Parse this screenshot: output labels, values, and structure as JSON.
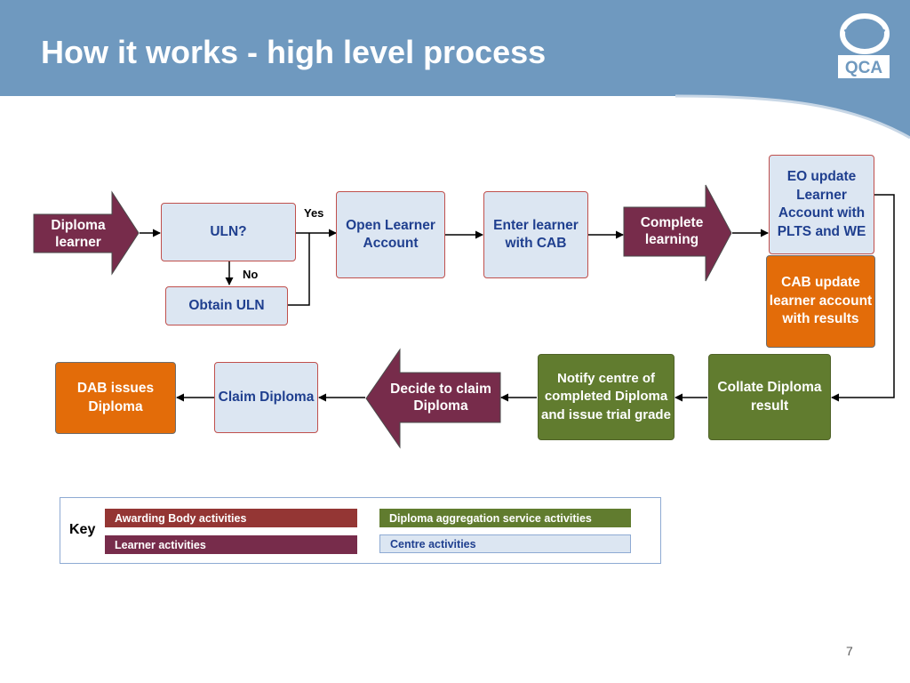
{
  "slide": {
    "title": "How it works - high level process",
    "logo_text": "QCA",
    "page_number": "7"
  },
  "colors": {
    "header_blue": "#6f99bf",
    "learner_purple": "#772c4b",
    "centre_fill": "#dce6f2",
    "centre_text": "#1f3f8f",
    "centre_border": "#c0504d",
    "awarding_orange": "#e36c09",
    "awarding_key": "#943634",
    "das_green": "#617c2f"
  },
  "flow": {
    "diploma_learner": "Diploma learner",
    "uln_question": "ULN?",
    "yes_label": "Yes",
    "no_label": "No",
    "obtain_uln": "Obtain ULN",
    "open_learner_account": "Open Learner Account",
    "enter_learner_with_cab": "Enter learner with CAB",
    "complete_learning": "Complete learning",
    "eo_update": "EO update Learner Account with PLTS and WE",
    "cab_update": "CAB update learner account with results",
    "collate_diploma_result": "Collate Diploma result",
    "notify_centre": "Notify centre of completed Diploma and issue trial grade",
    "decide_to_claim": "Decide to claim Diploma",
    "claim_diploma": "Claim Diploma",
    "dab_issues_diploma": "DAB issues Diploma"
  },
  "key": {
    "title": "Key",
    "awarding_body": "Awarding Body activities",
    "learner": "Learner activities",
    "das": "Diploma aggregation service activities",
    "centre": "Centre  activities"
  }
}
